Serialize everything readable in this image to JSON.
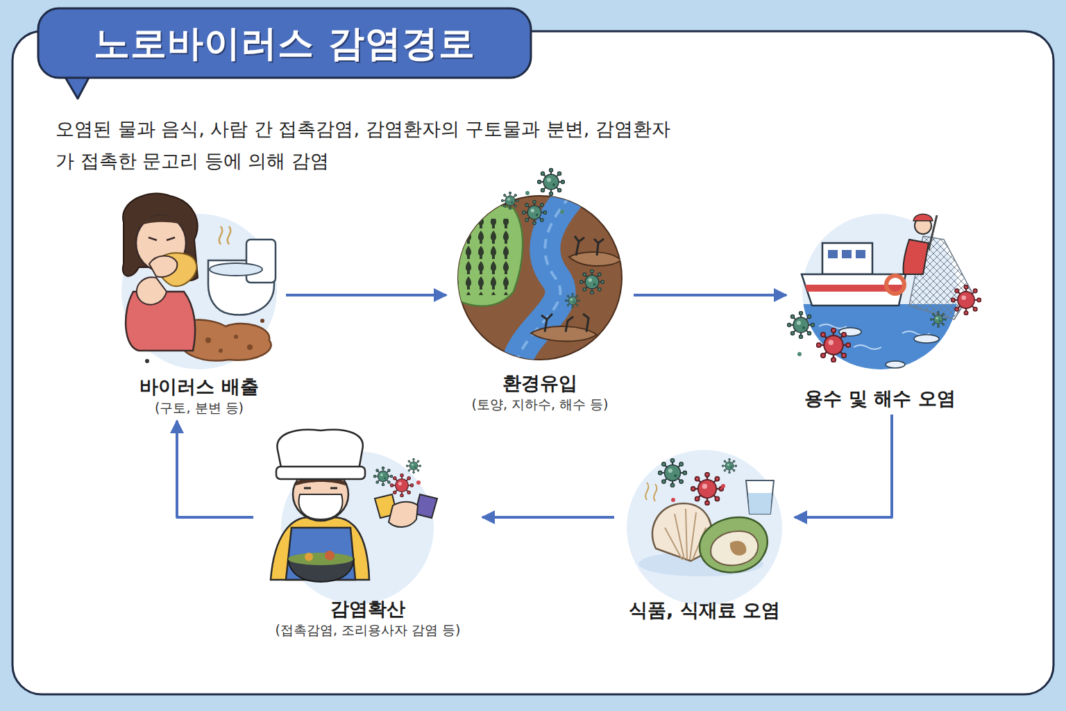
{
  "diagram": {
    "title": "노로바이러스 감염경로",
    "nodes": [
      {
        "text": [
          "바이러스 배출",
          "(구토, 분변 등)"
        ]
      },
      {
        "text": [
          "환경유입",
          "(토양, 지하수, 해수 등)"
        ]
      },
      {
        "text": [
          "용수 및 해수 오염"
        ]
      },
      {
        "text": [
          "식품, 식재료 오염"
        ]
      },
      {
        "text": [
          "감염확산",
          "(접촉감염, 조리용사자 감염 등)"
        ]
      }
    ],
    "edges": [
      {
        "from": 0,
        "to": 1,
        "arrow": "to"
      },
      {
        "from": 1,
        "to": 2,
        "arrow": "to"
      },
      {
        "from": 2,
        "to": 3,
        "arrow": "to"
      },
      {
        "from": 3,
        "to": 4,
        "arrow": "to"
      },
      {
        "from": 4,
        "to": 0,
        "arrow": "to"
      }
    ],
    "labels": [
      "오염된 물과 음식, 사람 간 접촉감염, 감염환자의 구토물과 분변, 감염환자가 접촉한 문고리 등에 의해 감염"
    ]
  }
}
